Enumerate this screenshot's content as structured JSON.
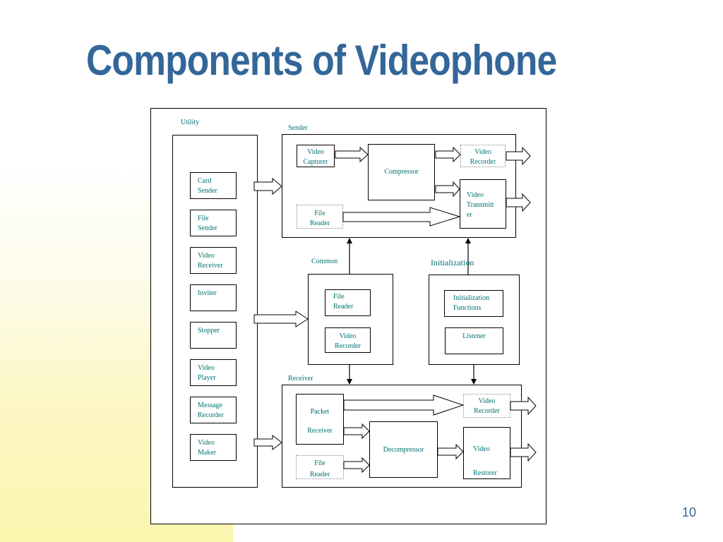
{
  "slide": {
    "title": "Components of Videophone",
    "page_number": "10"
  },
  "diagram": {
    "utility": {
      "label": "Utility",
      "items": [
        "Card\nSender",
        "File\nSender",
        "Video\nReceiver",
        "Inviter",
        "Stopper",
        "Video\nPlayer",
        "Message\nRecorder",
        "Video\nMaker"
      ]
    },
    "sender": {
      "label": "Sender",
      "video_capturer": "Video\nCapturer",
      "compressor": "Compressor",
      "video_recorder": "Video\nRecorder",
      "video_transmitter": "Video\nTransmitt\ner",
      "file_reader": "File\nReader"
    },
    "common": {
      "label": "Common",
      "file_reader": "File\nReader",
      "video_recorder": "Video\nRecorder"
    },
    "initialization": {
      "label": "Initialization",
      "functions": "Initialization\nFunctions",
      "listener": "Listener"
    },
    "receiver": {
      "label": "Receiver",
      "packet_receiver_top": "Packet",
      "packet_receiver_bottom": "Receiver",
      "video_recorder": "Video\nRecorder",
      "decompressor": "Decompressor",
      "file_reader_top": "File",
      "file_reader_bottom": "Reader",
      "video_restorer_top": "Video",
      "video_restorer_bottom": "Restorer"
    }
  },
  "colors": {
    "title": "#336699",
    "label_text": "#007070",
    "page_number": "#336699",
    "background_tint": "#fbf5ae"
  }
}
